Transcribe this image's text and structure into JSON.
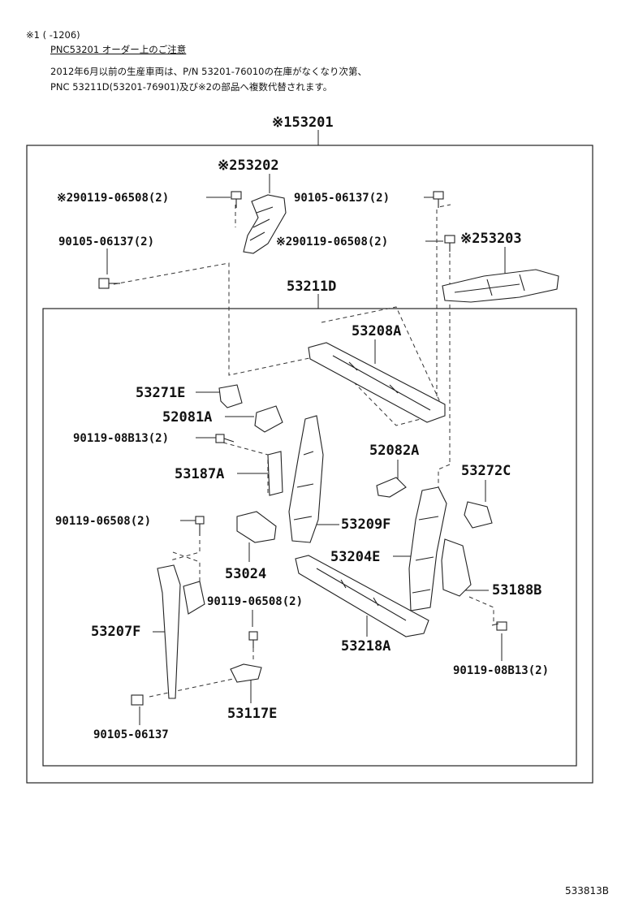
{
  "notes": {
    "line1": "※1 (      -1206)",
    "title": "PNC53201  オーダー上のご注意",
    "line2": "2012年6月以前の生産車両は、P/N 53201-76010の在庫がなくなり次第、",
    "line3": "PNC 53211D(53201-76901)及び※2の部品へ複数代替されます。"
  },
  "diagram": {
    "labels": {
      "l53201": "※153201",
      "l53202": "※253202",
      "l90119_06508_a": "※290119-06508(2)",
      "l90105_06137_a": "90105-06137(2)",
      "l90105_06137_b": "90105-06137(2)",
      "l90119_06508_b": "※290119-06508(2)",
      "l53203": "※253203",
      "l53211d": "53211D",
      "l53208a": "53208A",
      "l53271e": "53271E",
      "l52081a": "52081A",
      "l90119_08b13_a": "90119-08B13(2)",
      "l52082a": "52082A",
      "l53272c": "53272C",
      "l53187a": "53187A",
      "l90119_06508_c": "90119-06508(2)",
      "l53209f": "53209F",
      "l53204e": "53204E",
      "l53024": "53024",
      "l53188b": "53188B",
      "l90119_06508_d": "90119-06508(2)",
      "l53207f": "53207F",
      "l53218a": "53218A",
      "l90119_08b13_b": "90119-08B13(2)",
      "l53117e": "53117E",
      "l90105_06137_c": "90105-06137"
    }
  },
  "footer": {
    "code": "533813B"
  }
}
